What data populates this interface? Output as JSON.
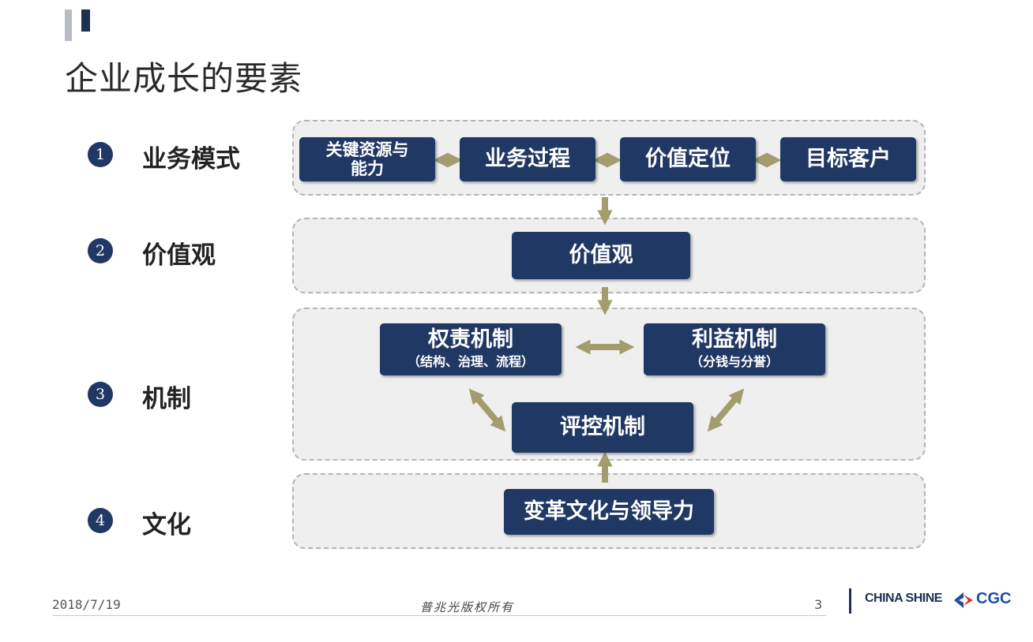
{
  "title": "企业成长的要素",
  "levels": [
    {
      "num": "1",
      "label": "业务模式"
    },
    {
      "num": "2",
      "label": "价值观"
    },
    {
      "num": "3",
      "label": "机制"
    },
    {
      "num": "4",
      "label": "文化"
    }
  ],
  "business": {
    "boxes": [
      "关键资源与\n能力",
      "业务过程",
      "价值定位",
      "目标客户"
    ]
  },
  "values_box": "价值观",
  "mechanism": {
    "rights": {
      "title": "权责机制",
      "sub": "（结构、治理、流程）"
    },
    "benefits": {
      "title": "利益机制",
      "sub": "（分钱与分誉）"
    },
    "evaluation": "评控机制"
  },
  "culture_box": "变革文化与领导力",
  "footer": {
    "date": "2018/7/19",
    "copyright": "普兆光版权所有",
    "page": "3",
    "brand_china_shine": "CHINA SHINE",
    "brand_cgc": "CGC"
  },
  "colors": {
    "box": "#203864",
    "arrow": "#a39d6e",
    "panel": "#efefef"
  }
}
